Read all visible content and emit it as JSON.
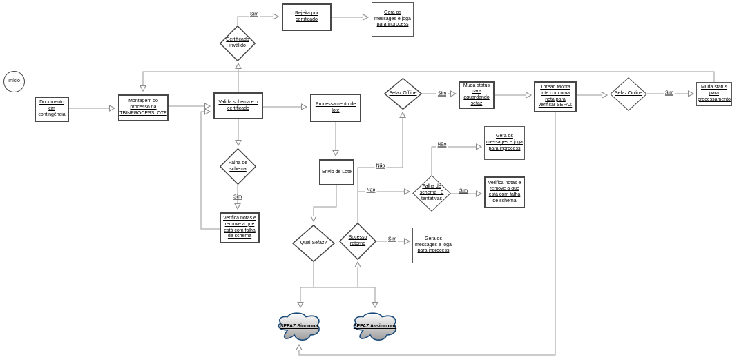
{
  "diagram": {
    "type": "flowchart",
    "language": "pt-BR",
    "colors": {
      "background": "#ffffff",
      "line": "#9a9a9a",
      "node_border": "#474747",
      "text": "#000000",
      "cloud_border": "#1a4a7a",
      "cloud_fill_top": "#ffffff",
      "cloud_fill_bottom": "#9d9d9d"
    },
    "nodes": {
      "inicio": {
        "label": "Início",
        "shape": "circle"
      },
      "documento_contingencia": {
        "label": "Documento em contingência",
        "shape": "box"
      },
      "montagem_processo": {
        "label": "Montagem do processo na TBINPROCESSLOTE",
        "shape": "box"
      },
      "valida_schema": {
        "label": "Valida schema e o certificado",
        "shape": "box"
      },
      "certificado_invalido": {
        "label": "Certificado inválido",
        "shape": "diamond"
      },
      "rejeita_por_certificado": {
        "label": "Rejeita por certificado",
        "shape": "box"
      },
      "gera_messages_top": {
        "label": "Gera os messages e joga para inprocess",
        "shape": "box"
      },
      "processamento_lote": {
        "label": "Processamento de lote",
        "shape": "box"
      },
      "falha_schema": {
        "label": "Falha de schema",
        "shape": "diamond"
      },
      "verifica_notas_left": {
        "label": "Verifica notas e remove a que está com falha de schema",
        "shape": "box"
      },
      "envio_lote": {
        "label": "Envio de Lote",
        "shape": "box"
      },
      "qual_sefaz": {
        "label": "Qual Sefaz?",
        "shape": "diamond"
      },
      "sucesso_retorno": {
        "label": "Sucesso retorno",
        "shape": "diamond"
      },
      "gera_messages_bottom": {
        "label": "Gera os messages e joga para inprocess",
        "shape": "box"
      },
      "sefaz_offline": {
        "label": "Sefaz Offline",
        "shape": "diamond"
      },
      "muda_status_aguardando": {
        "label": "Muda status para aguardando sefaz",
        "shape": "box"
      },
      "thread_monta_lote": {
        "label": "Thread Monta lote com uma nota para verificar SEFAZ",
        "shape": "box"
      },
      "sefaz_online": {
        "label": "Sefaz Online",
        "shape": "diamond"
      },
      "muda_status_processamento": {
        "label": "Muda status para processamento",
        "shape": "box"
      },
      "falha_schema_3_tentativas": {
        "label": "Falha de schema - 3 tentativas",
        "shape": "diamond"
      },
      "verifica_notas_right": {
        "label": "Verifica notas e remove a que está com falha de schema",
        "shape": "box"
      },
      "gera_messages_mid": {
        "label": "Gera os messages e joga para inprocess",
        "shape": "box"
      },
      "sefaz_sincrona": {
        "label": "SEFAZ Sincrona",
        "shape": "cloud"
      },
      "sefaz_assincrona": {
        "label": "SEFAZ Assincrona",
        "shape": "cloud"
      }
    },
    "edges": [
      {
        "from": "documento_contingencia",
        "to": "montagem_processo",
        "label": ""
      },
      {
        "from": "montagem_processo",
        "to": "valida_schema",
        "label": ""
      },
      {
        "from": "valida_schema",
        "to": "certificado_invalido",
        "label": ""
      },
      {
        "from": "certificado_invalido",
        "to": "rejeita_por_certificado",
        "label": "Sim"
      },
      {
        "from": "rejeita_por_certificado",
        "to": "gera_messages_top",
        "label": ""
      },
      {
        "from": "valida_schema",
        "to": "processamento_lote",
        "label": ""
      },
      {
        "from": "valida_schema",
        "to": "falha_schema",
        "label": ""
      },
      {
        "from": "falha_schema",
        "to": "verifica_notas_left",
        "label": "Sim"
      },
      {
        "from": "verifica_notas_left",
        "to": "valida_schema",
        "label": ""
      },
      {
        "from": "processamento_lote",
        "to": "envio_lote",
        "label": ""
      },
      {
        "from": "envio_lote",
        "to": "qual_sefaz",
        "label": ""
      },
      {
        "from": "qual_sefaz",
        "to": "sefaz_sincrona",
        "label": ""
      },
      {
        "from": "qual_sefaz",
        "to": "sefaz_assincrona",
        "label": ""
      },
      {
        "from": "sefaz_clouds_junction",
        "to": "sucesso_retorno",
        "label": ""
      },
      {
        "from": "sucesso_retorno",
        "to": "sefaz_offline",
        "label": "Não"
      },
      {
        "from": "sucesso_retorno",
        "to": "falha_schema_3_tentativas",
        "label": "Não"
      },
      {
        "from": "sucesso_retorno",
        "to": "gera_messages_bottom",
        "label": "Sim"
      },
      {
        "from": "falha_schema_3_tentativas",
        "to": "gera_messages_mid",
        "label": "Não"
      },
      {
        "from": "falha_schema_3_tentativas",
        "to": "verifica_notas_right",
        "label": "Sim"
      },
      {
        "from": "sefaz_offline",
        "to": "muda_status_aguardando",
        "label": "Sim"
      },
      {
        "from": "muda_status_aguardando",
        "to": "thread_monta_lote",
        "label": ""
      },
      {
        "from": "thread_monta_lote",
        "to": "sefaz_online",
        "label": ""
      },
      {
        "from": "sefaz_online",
        "to": "muda_status_processamento",
        "label": "Sim"
      },
      {
        "from": "muda_status_processamento",
        "to": "montagem_processo",
        "label": ""
      },
      {
        "from": "thread_monta_lote",
        "to": "sefaz_sincrona",
        "label": ""
      }
    ]
  }
}
